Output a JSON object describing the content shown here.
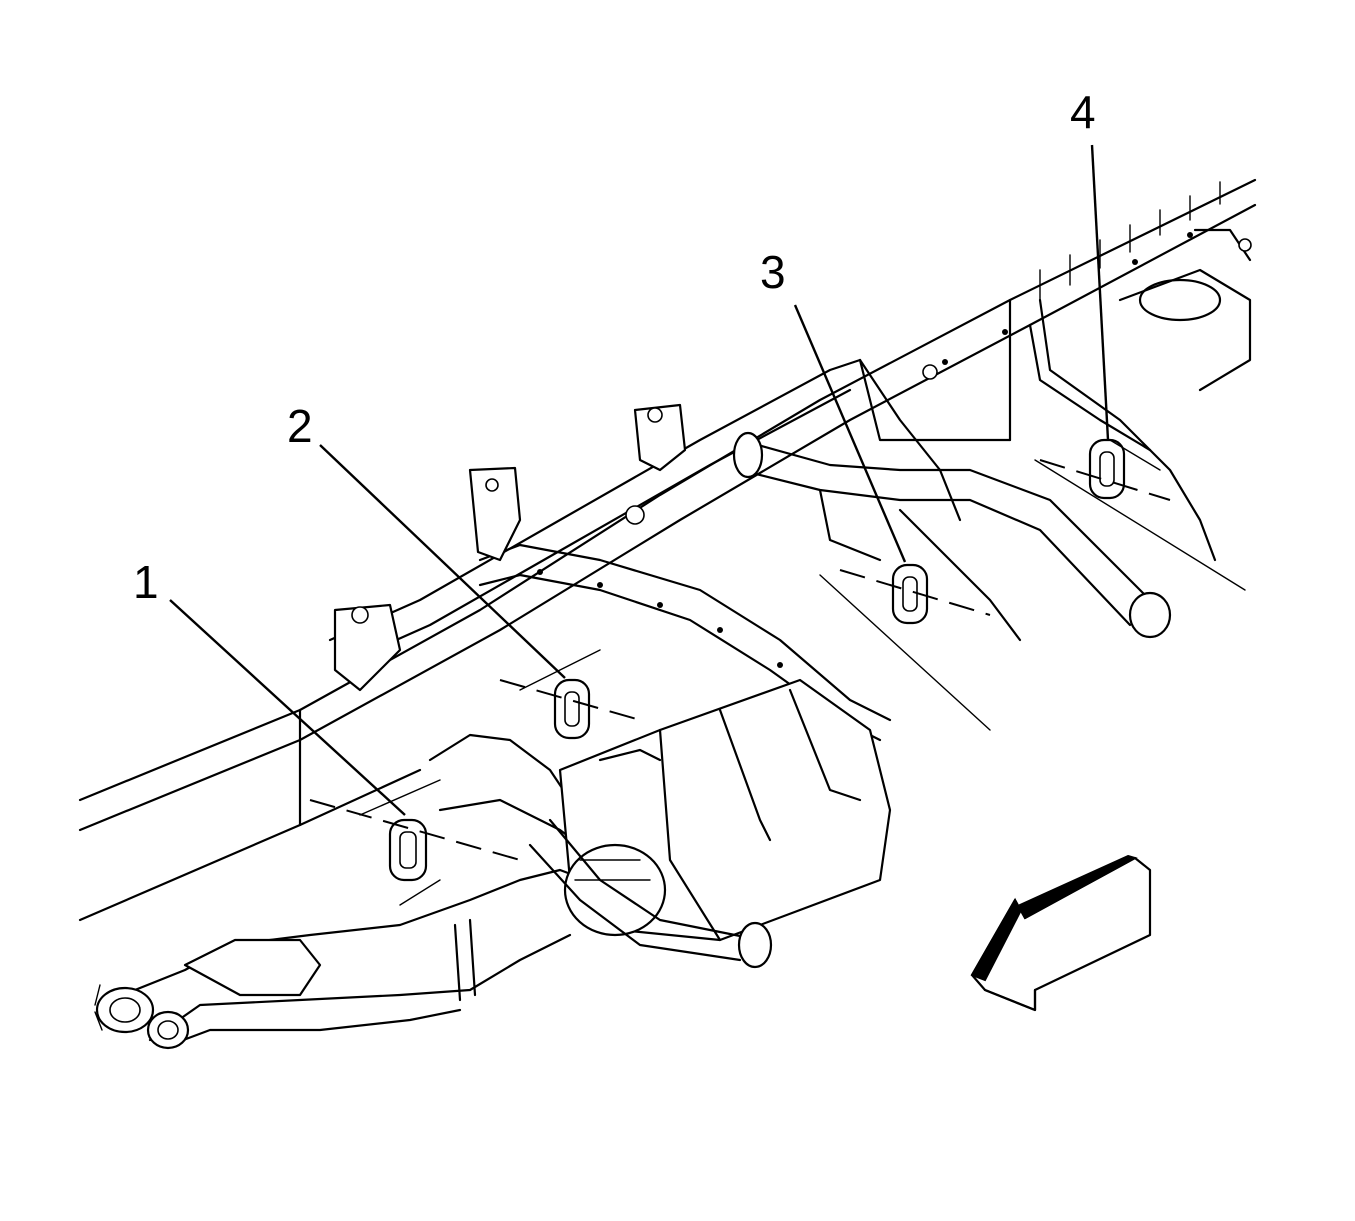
{
  "diagram": {
    "callouts": [
      {
        "id": "callout-1",
        "label": "1"
      },
      {
        "id": "callout-2",
        "label": "2"
      },
      {
        "id": "callout-3",
        "label": "3"
      },
      {
        "id": "callout-4",
        "label": "4"
      }
    ],
    "icons": {
      "direction_arrow": "front-direction-arrow-icon",
      "hanger": "exhaust-hanger-insulator-icon"
    },
    "colors": {
      "line": "#000000",
      "background": "#ffffff"
    }
  }
}
